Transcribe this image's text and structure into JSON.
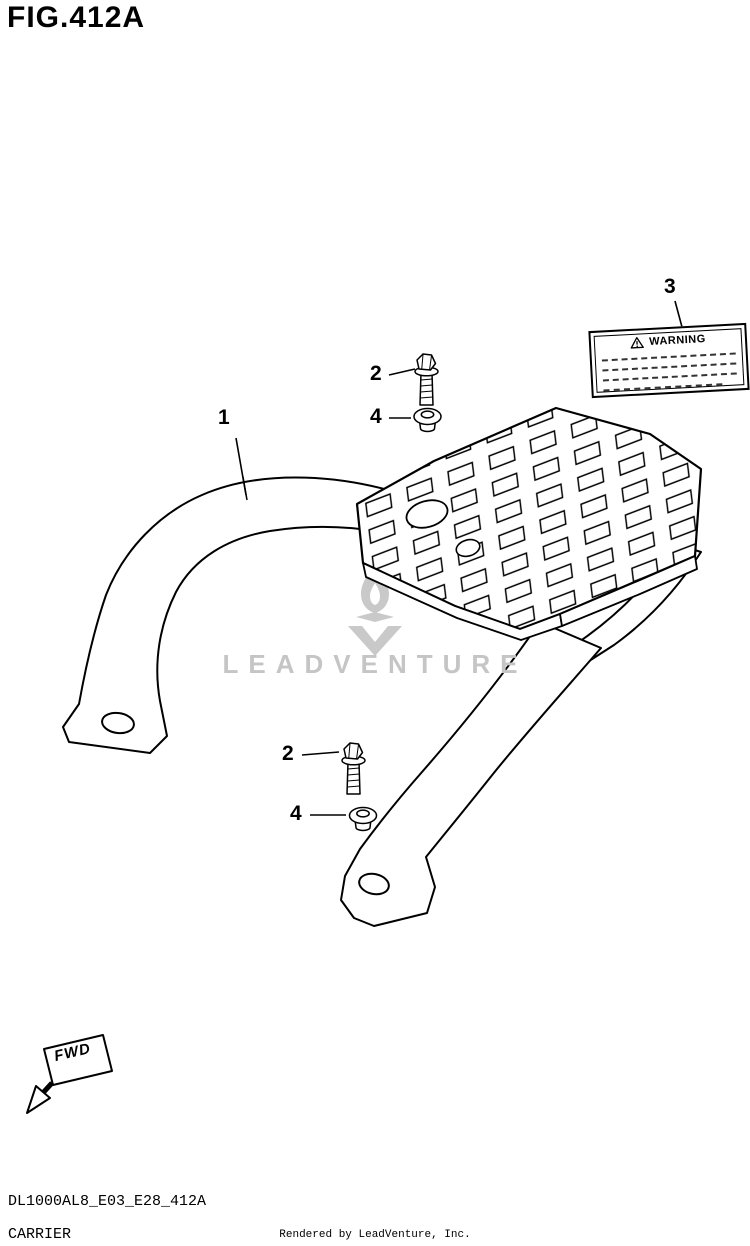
{
  "page": {
    "title": "FIG.412A"
  },
  "callouts": [
    {
      "number": "1"
    },
    {
      "number": "2"
    },
    {
      "number": "3"
    },
    {
      "number": "4"
    },
    {
      "number": "2"
    },
    {
      "number": "4"
    }
  ],
  "warning_label": {
    "title": "WARNING"
  },
  "watermark": {
    "text": "LEADVENTURE"
  },
  "fwd": {
    "label": "FWD"
  },
  "footer": {
    "code": "DL1000AL8_E03_E28_412A",
    "name": "CARRIER",
    "credit": "Rendered by LeadVenture, Inc."
  },
  "icons": {
    "warning_triangle_icon": "⚠",
    "fwd_arrow_icon": "↙",
    "leadventure_logo_icon": "flame-v-logo"
  },
  "colors": {
    "line": "#000000",
    "watermark": "#c5c5c5",
    "background": "#ffffff"
  }
}
